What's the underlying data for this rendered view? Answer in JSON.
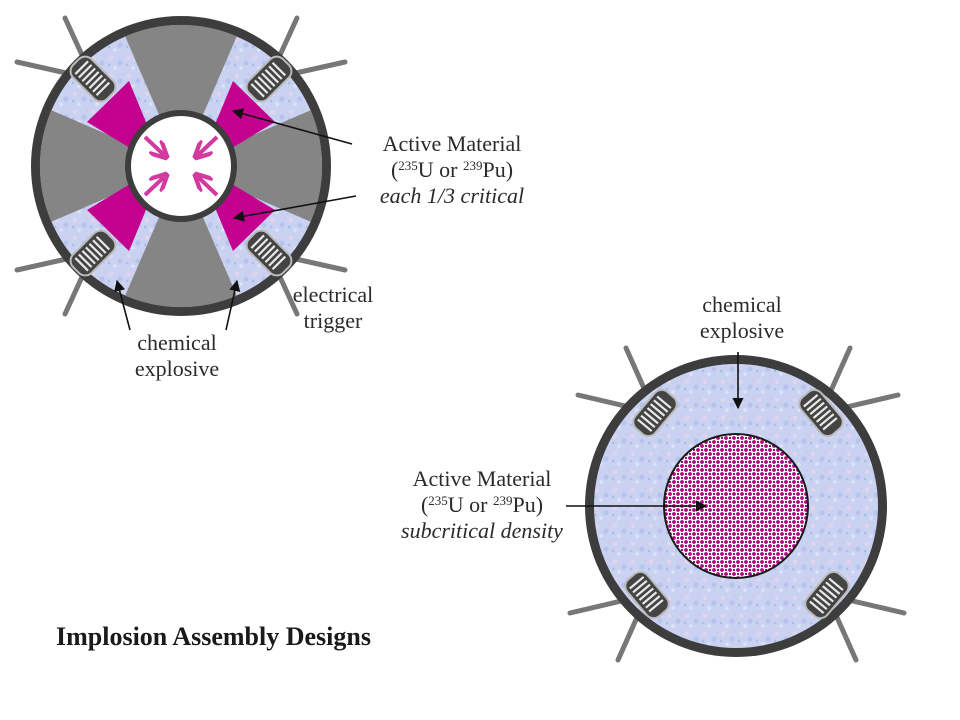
{
  "title": "Implosion Assembly Designs",
  "gun_type_design": {
    "active_material_label": {
      "line1": "Active Material",
      "open": "(",
      "iso1_mass": "235",
      "iso1_symbol": "U or ",
      "iso2_mass": "239",
      "iso2_symbol": "Pu)",
      "note": "each 1/3 critical"
    },
    "trigger_label": {
      "line1": "electrical",
      "line2": "trigger"
    },
    "explosive_label": {
      "line1": "chemical",
      "line2": "explosive"
    }
  },
  "implosion_design": {
    "explosive_label": {
      "line1": "chemical",
      "line2": "explosive"
    },
    "active_material_label": {
      "line1": "Active Material",
      "open": "(",
      "iso1_mass": "235",
      "iso1_symbol": "U or ",
      "iso2_mass": "239",
      "iso2_symbol": "Pu)",
      "note": "subcritical density"
    }
  },
  "colors": {
    "casing": "#3d3d3d",
    "tamper_gray": "#858585",
    "fissile_magenta": "#c4008f",
    "arrow_pink": "#d33aa0",
    "explosive_light": "#c6d0f0",
    "detonator_dark": "#3a3a3a",
    "wire_gray": "#777777"
  }
}
